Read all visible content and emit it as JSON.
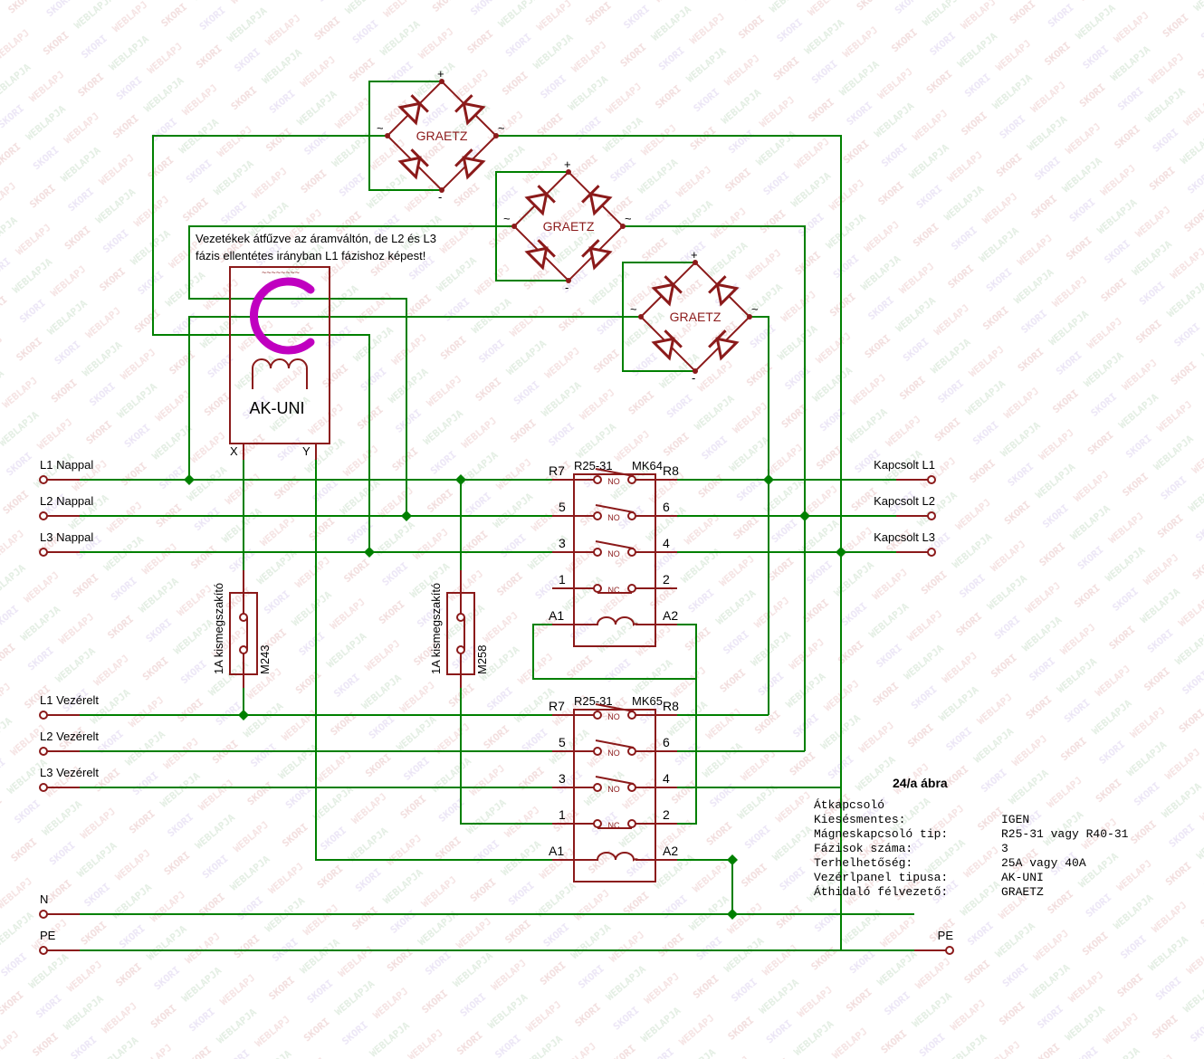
{
  "colors": {
    "wire": "#008000",
    "component": "#8b1a1a",
    "ct_ring": "#c000c0",
    "text": "#000000"
  },
  "watermark": "SKORI WEBLAPJA",
  "inputs": [
    {
      "label": "L1 Nappal"
    },
    {
      "label": "L2 Nappal"
    },
    {
      "label": "L3 Nappal"
    },
    {
      "label": "L1 Vezérelt"
    },
    {
      "label": "L2 Vezérelt"
    },
    {
      "label": "L3 Vezérelt"
    },
    {
      "label": "N"
    },
    {
      "label": "PE"
    }
  ],
  "outputs": [
    {
      "label": "Kapcsolt L1"
    },
    {
      "label": "Kapcsolt L2"
    },
    {
      "label": "Kapcsolt L3"
    },
    {
      "label": "PE"
    }
  ],
  "bridges": [
    {
      "label": "GRAETZ",
      "plus": "+",
      "minus": "-",
      "ac_left": "~",
      "ac_right": "~"
    },
    {
      "label": "GRAETZ",
      "plus": "+",
      "minus": "-",
      "ac_left": "~",
      "ac_right": "~"
    },
    {
      "label": "GRAETZ",
      "plus": "+",
      "minus": "-",
      "ac_left": "~",
      "ac_right": "~"
    }
  ],
  "note": {
    "line1": "Vezetékek átfűzve az áramváltón, de L2 és L3",
    "line2": "fázis ellentétes irányban L1 fázishoz képest!"
  },
  "control_panel": {
    "name": "AK-UNI",
    "pin_x": "X",
    "pin_y": "Y"
  },
  "relays": [
    {
      "type": "R25-31",
      "ref": "MK64",
      "rows": [
        {
          "left": "R7",
          "right": "R8",
          "contact": "NO"
        },
        {
          "left": "5",
          "right": "6",
          "contact": "NO"
        },
        {
          "left": "3",
          "right": "4",
          "contact": "NO"
        },
        {
          "left": "1",
          "right": "2",
          "contact": "NC"
        },
        {
          "left": "A1",
          "right": "A2",
          "contact": "coil"
        }
      ]
    },
    {
      "type": "R25-31",
      "ref": "MK65",
      "rows": [
        {
          "left": "R7",
          "right": "R8",
          "contact": "NO"
        },
        {
          "left": "5",
          "right": "6",
          "contact": "NO"
        },
        {
          "left": "3",
          "right": "4",
          "contact": "NO"
        },
        {
          "left": "1",
          "right": "2",
          "contact": "NC"
        },
        {
          "left": "A1",
          "right": "A2",
          "contact": "coil"
        }
      ]
    }
  ],
  "breakers": [
    {
      "label": "1A kismegszakító",
      "ref": "M243"
    },
    {
      "label": "1A kismegszakító",
      "ref": "M258"
    }
  ],
  "info": {
    "title": "24/a ábra",
    "heading": "Átkapcsoló",
    "rows": [
      {
        "key": "Kiesésmentes:",
        "value": "IGEN"
      },
      {
        "key": "Mágneskapcsoló tip:",
        "value": "R25-31 vagy R40-31"
      },
      {
        "key": "Fázisok száma:",
        "value": "3"
      },
      {
        "key": "Terhelhetőség:",
        "value": "25A vagy 40A"
      },
      {
        "key": "Vezérlpanel tipusa:",
        "value": "AK-UNI"
      },
      {
        "key": "Áthidaló félvezető:",
        "value": "GRAETZ"
      }
    ]
  }
}
